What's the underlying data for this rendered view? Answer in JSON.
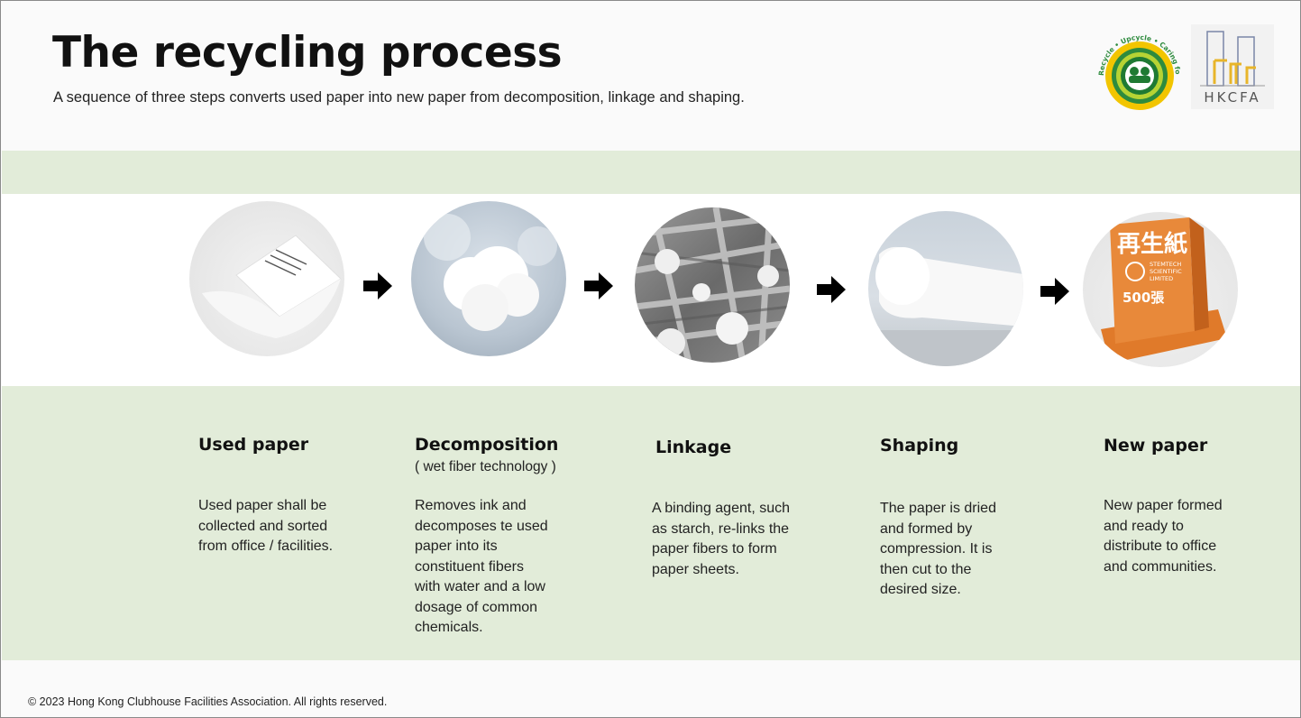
{
  "header": {
    "title": "The recycling process",
    "subtitle": "A sequence of three steps converts used paper into new paper from decomposition, linkage and shaping."
  },
  "logos": {
    "recycle_ring_text": "Recycle • Upcycle • Caring for our community",
    "hkcfa_text": "HKCFA"
  },
  "steps": [
    {
      "title": "Used paper",
      "subtitle": "",
      "description": [
        "Used paper shall be",
        "collected and sorted",
        "from office / facilities."
      ]
    },
    {
      "title": "Decomposition",
      "subtitle": "( wet fiber technology )",
      "description": [
        "Removes ink and",
        "decomposes te used",
        "paper into its",
        "constituent fibers",
        "with water and  a low",
        "dosage of common",
        "chemicals."
      ]
    },
    {
      "title": "Linkage",
      "subtitle": "",
      "description": [
        "A binding agent, such",
        "as starch, re-links the",
        "paper fibers to form",
        "paper sheets."
      ]
    },
    {
      "title": "Shaping",
      "subtitle": "",
      "description": [
        "The paper is dried",
        "and formed by",
        "compression. It is",
        "then cut to the",
        "desired size."
      ]
    },
    {
      "title": "New paper",
      "subtitle": "",
      "description": [
        "New paper formed",
        "and ready to",
        "distribute to office",
        "and communities."
      ]
    }
  ],
  "product_box": {
    "chinese_title": "再生紙",
    "brand_line1": "STEMTECH",
    "brand_line2": "SCIENTIFIC",
    "brand_line3": "LIMITED",
    "count": "500張"
  },
  "footer": {
    "copyright": "© 2023 Hong Kong Clubhouse Facilities Association.  All rights reserved."
  },
  "colors": {
    "band": "#e2ecd9",
    "title": "#111111",
    "logo_green": "#2e8b3e",
    "logo_yellow": "#f2c500",
    "box_orange": "#e07a2a"
  }
}
